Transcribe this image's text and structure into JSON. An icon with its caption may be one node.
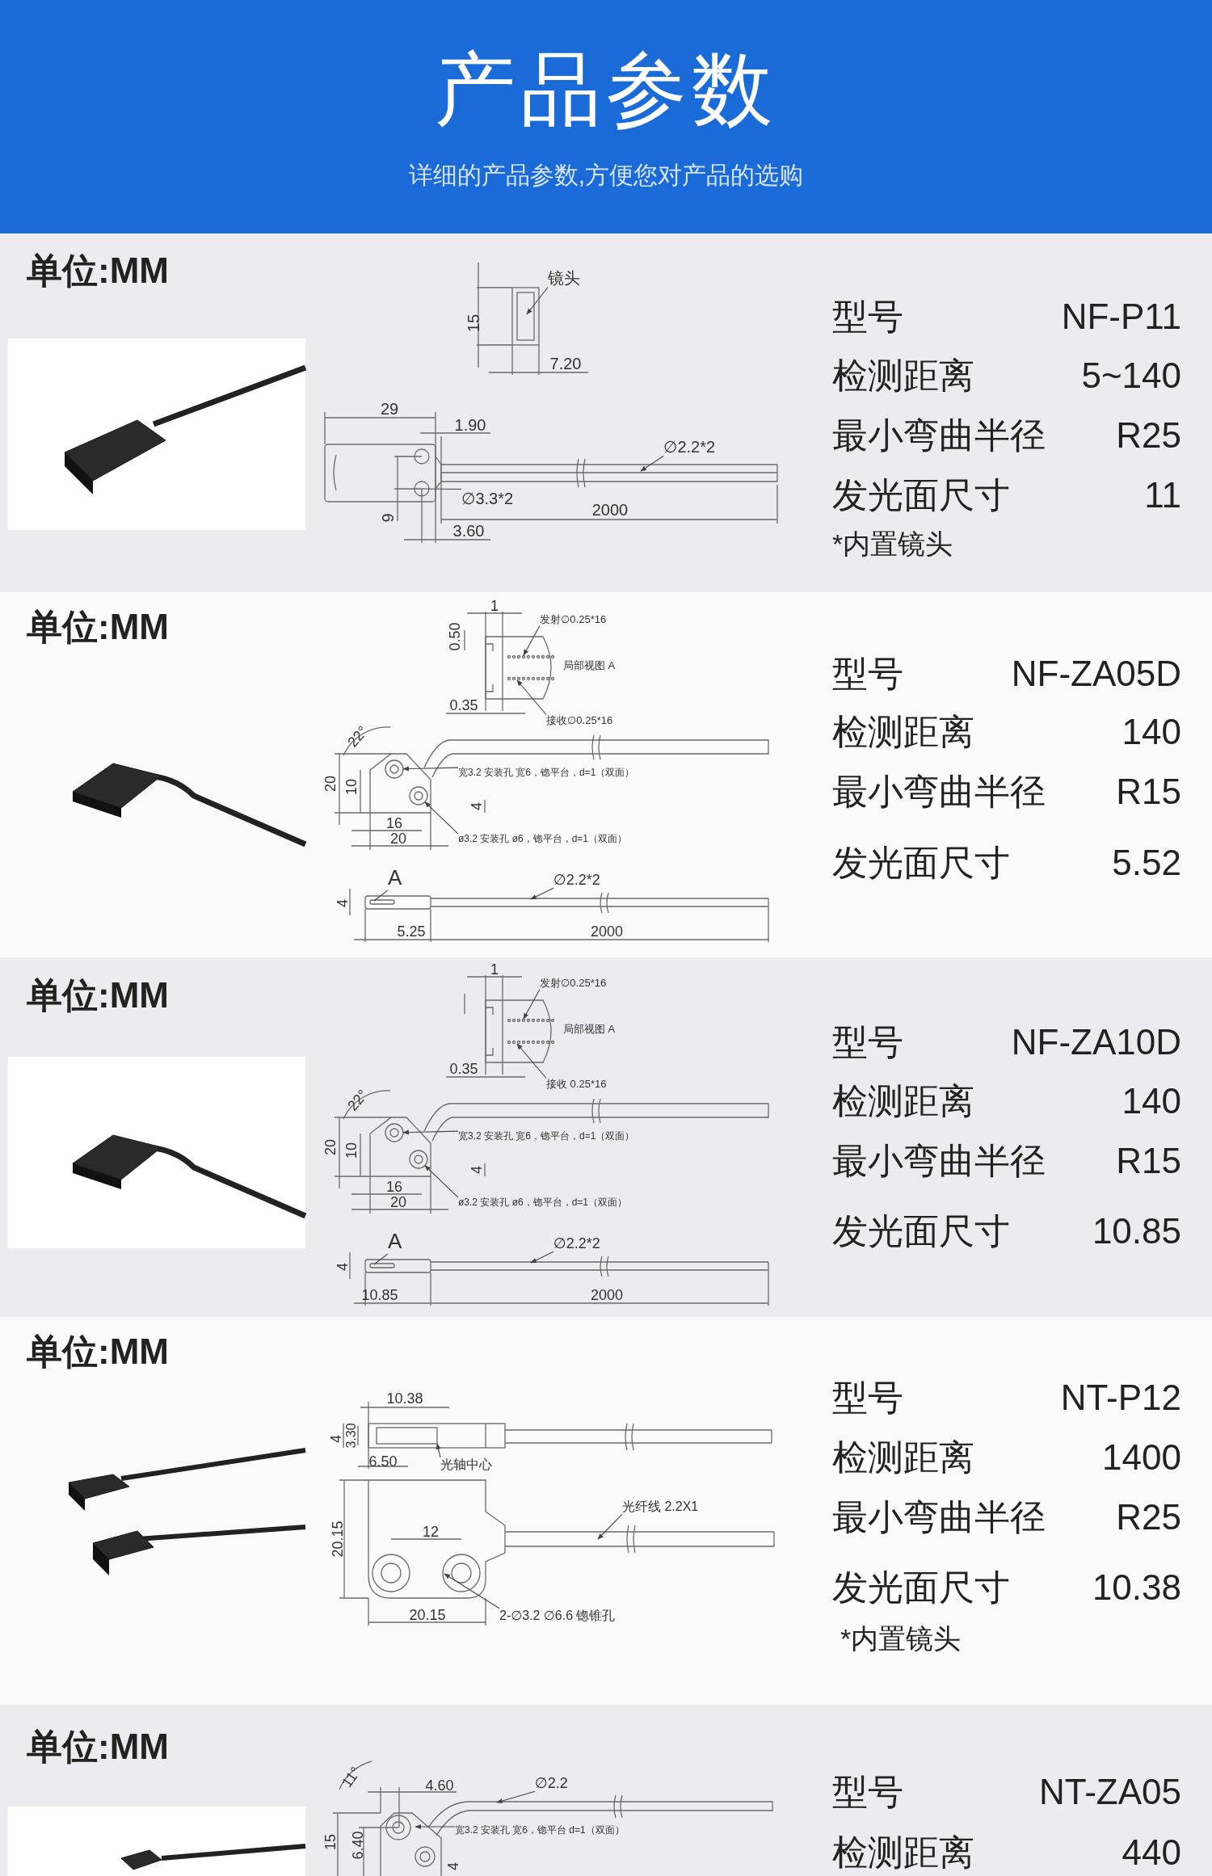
{
  "diagram": {
    "title": "产品参数",
    "nodes": [
      {
        "text": [
          "镜头"
        ]
      },
      {
        "text": [
          "∅2.2*2"
        ]
      },
      {
        "text": [
          "∅3.3*2"
        ]
      },
      {
        "text": [
          "发射∅0.25*16"
        ]
      },
      {
        "text": [
          "接收∅0.25*16"
        ]
      },
      {
        "text": [
          "宽3.2 安装孔 宽6，锪平台，d=1（双面）"
        ]
      },
      {
        "text": [
          "ø3.2 安装孔 ø6，锪平台，d=1（双面）"
        ]
      },
      {
        "text": [
          "A"
        ]
      },
      {
        "text": [
          "∅2.2*2"
        ]
      },
      {
        "text": [
          "发射∅0.25*16"
        ]
      },
      {
        "text": [
          "接收 0.25*16"
        ]
      },
      {
        "text": [
          "宽3.2 安装孔 宽6，锪平台，d=1（双面）"
        ]
      },
      {
        "text": [
          "ø3.2 安装孔 ø6，锪平台，d=1（双面）"
        ]
      },
      {
        "text": [
          "A"
        ]
      },
      {
        "text": [
          "∅2.2*2"
        ]
      },
      {
        "text": [
          "光轴中心"
        ]
      },
      {
        "text": [
          "光纤线 2.2X1"
        ]
      },
      {
        "text": [
          "2-∅3.2 ∅6.6 锪锥孔"
        ]
      },
      {
        "text": [
          "∅2.2"
        ]
      },
      {
        "text": [
          "宽3.2 安装孔 宽6，锪平台 d=1（双面）"
        ]
      },
      {
        "text": [],
        "shape": "circle"
      },
      {
        "text": [],
        "shape": "circle"
      },
      {
        "text": [],
        "shape": "box"
      },
      {
        "text": [],
        "shape": "circle"
      },
      {
        "text": [],
        "shape": "circle"
      }
    ],
    "edges": [
      {
        "from": 0,
        "to": null,
        "arrow": "to"
      },
      {
        "from": 1,
        "to": null,
        "arrow": "to"
      },
      {
        "from": 2,
        "to": null,
        "arrow": "none"
      },
      {
        "from": 3,
        "to": null,
        "arrow": "to"
      },
      {
        "from": 4,
        "to": null,
        "arrow": "to"
      },
      {
        "from": 5,
        "to": 23,
        "arrow": "to"
      },
      {
        "from": 6,
        "to": 20,
        "arrow": "to"
      },
      {
        "from": 7,
        "to": null,
        "arrow": "none"
      },
      {
        "from": 8,
        "to": null,
        "arrow": "to"
      },
      {
        "from": 9,
        "to": null,
        "arrow": "to"
      },
      {
        "from": 10,
        "to": null,
        "arrow": "to"
      },
      {
        "from": 11,
        "to": 24,
        "arrow": "to"
      },
      {
        "from": 12,
        "to": 21,
        "arrow": "to"
      },
      {
        "from": 13,
        "to": null,
        "arrow": "none"
      },
      {
        "from": 14,
        "to": null,
        "arrow": "to"
      },
      {
        "from": 15,
        "to": 22,
        "arrow": "to"
      },
      {
        "from": 16,
        "to": null,
        "arrow": "to"
      },
      {
        "from": 17,
        "to": null,
        "arrow": "to"
      },
      {
        "from": 18,
        "to": null,
        "arrow": "to"
      },
      {
        "from": 19,
        "to": null,
        "arrow": "to"
      }
    ],
    "labels": [
      "详细的产品参数,方便您对产品的选购",
      "单位:MM",
      "15",
      "7.20",
      "29",
      "1.90",
      "9",
      "3.60",
      "2000",
      "型号",
      "NF-P11",
      "检测距离",
      "5~140",
      "最小弯曲半径",
      "R25",
      "发光面尺寸",
      "11",
      "*内置镜头",
      "单位:MM",
      "1",
      "0.50",
      "局部视图 A",
      "0.35",
      "22°",
      "20",
      "10",
      "4",
      "16",
      "20",
      "4",
      "5.25",
      "2000",
      "型号",
      "NF-ZA05D",
      "检测距离",
      "140",
      "最小弯曲半径",
      "R15",
      "发光面尺寸",
      "5.52",
      "单位:MM",
      "1",
      "局部视图 A",
      "0.35",
      "22°",
      "20",
      "10",
      "4",
      "16",
      "20",
      "4",
      "10.85",
      "2000",
      "型号",
      "NF-ZA10D",
      "检测距离",
      "140",
      "最小弯曲半径",
      "R15",
      "发光面尺寸",
      "10.85",
      "单位:MM",
      "10.38",
      "4",
      "3.30",
      "6.50",
      "20.15",
      "12",
      "20.15",
      "型号",
      "NT-P12",
      "检测距离",
      "1400",
      "最小弯曲半径",
      "R25",
      "发光面尺寸",
      "10.38",
      "*内置镜头",
      "单位:MM",
      "11°",
      "4.60",
      "15",
      "6.40",
      "4",
      "型号",
      "NT-ZA05",
      "检测距离",
      "440"
    ]
  }
}
